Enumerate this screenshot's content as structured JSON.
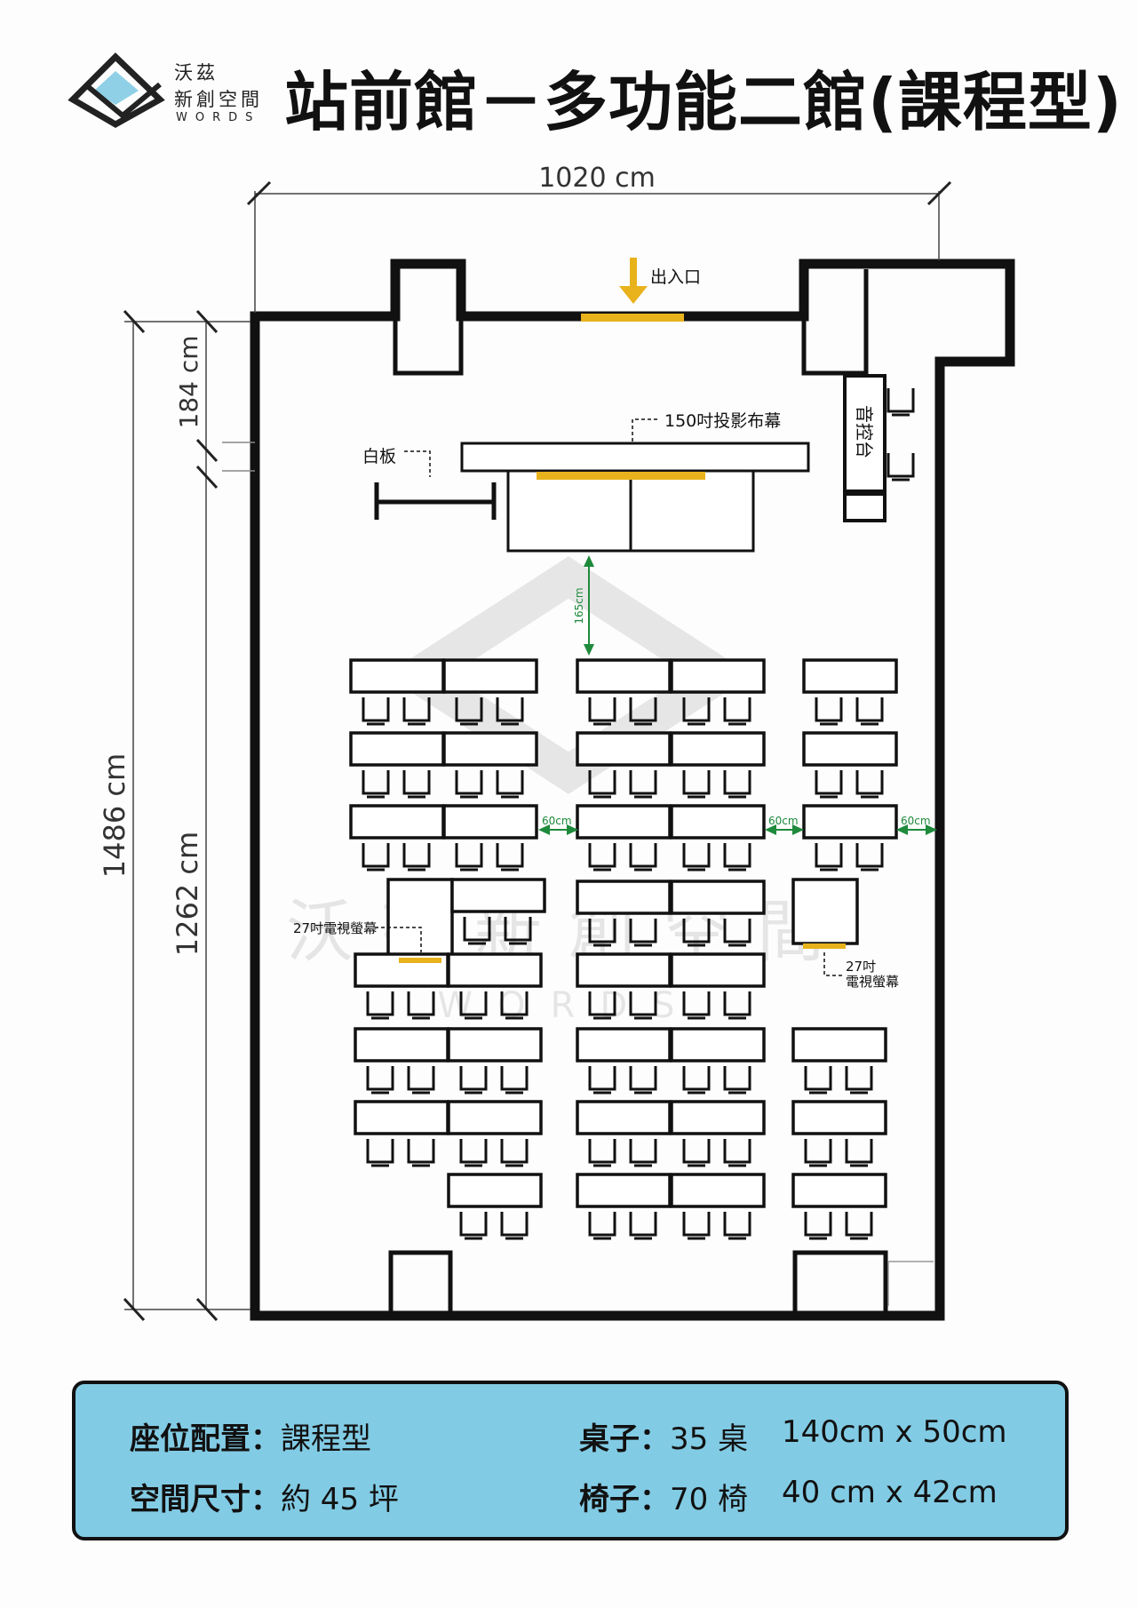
{
  "brand": {
    "name_line1": "沃茲",
    "name_line2": "新創空間",
    "name_en": "WORDS",
    "watermark_cn": "沃茲新創空間",
    "watermark_en": "WORDS"
  },
  "title": "站前館－多功能二館(課程型)",
  "dimensions": {
    "width": "1020 cm",
    "depth_total": "1486 cm",
    "depth_upper": "184 cm",
    "depth_main": "1262 cm",
    "stage_gap": "165cm",
    "aisle_gap": "60cm"
  },
  "labels": {
    "entrance": "出入口",
    "screen": "150吋投影布幕",
    "whiteboard": "白板",
    "control_desk": "音控台",
    "tv_left": "27吋電視螢幕",
    "tv_right_line1": "27吋",
    "tv_right_line2": "電視螢幕"
  },
  "info": {
    "layout_label": "座位配置：",
    "layout_value": "課程型",
    "size_label": "空間尺寸：",
    "size_value": "約 45 坪",
    "tables_label": "桌子：",
    "tables_value": "35 桌",
    "tables_size": "140cm x 50cm",
    "chairs_label": "椅子：",
    "chairs_value": "70 椅",
    "chairs_size": "40 cm x 42cm"
  },
  "colors": {
    "accent_yellow": "#e8b21c",
    "dimension_green": "#1e8a3c",
    "info_bg": "#82cbe4",
    "logo_blue": "#8fd0e6"
  }
}
